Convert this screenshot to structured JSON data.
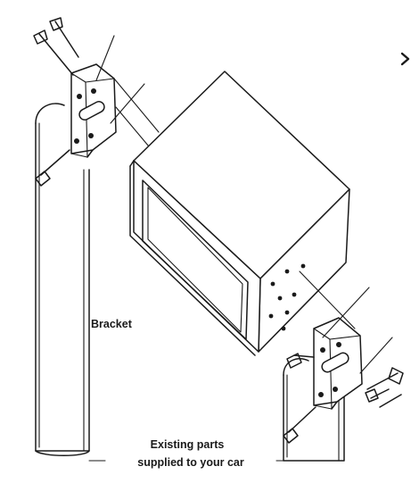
{
  "labels": {
    "bracket": "Bracket",
    "existing_line1": "Existing parts",
    "existing_line2": "supplied to your car"
  },
  "colors": {
    "ink": "#1a1a1a",
    "background": "#ffffff"
  }
}
